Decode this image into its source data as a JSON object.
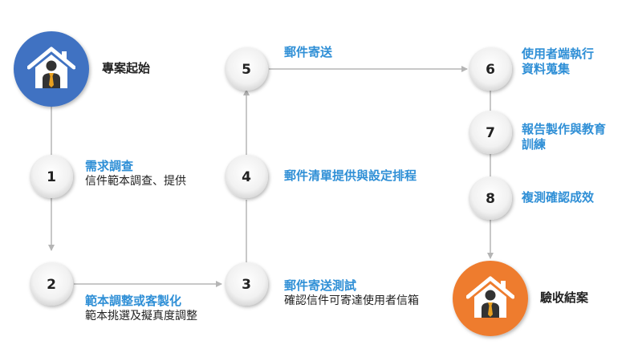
{
  "start": {
    "label": "專案起始",
    "color": "#3f72c2"
  },
  "end": {
    "label": "驗收結案",
    "color": "#ee7b2f"
  },
  "steps": [
    {
      "num": "1",
      "title": "需求調查",
      "desc": "信件範本調查、提供"
    },
    {
      "num": "2",
      "title": "範本調整或客製化",
      "desc": "範本挑選及擬真度調整"
    },
    {
      "num": "3",
      "title": "郵件寄送測試",
      "desc": "確認信件可寄達使用者信箱"
    },
    {
      "num": "4",
      "title": "郵件清單提供與設定排程"
    },
    {
      "num": "5",
      "title": "郵件寄送"
    },
    {
      "num": "6",
      "title_line1": "使用者端執行",
      "title_line2": "資料蒐集"
    },
    {
      "num": "7",
      "title_line1": "報告製作與教育",
      "title_line2": "訓練"
    },
    {
      "num": "8",
      "title": "複測確認成效"
    }
  ],
  "colors": {
    "accent_text": "#2f8fd6",
    "connector": "#b5b5b5"
  }
}
